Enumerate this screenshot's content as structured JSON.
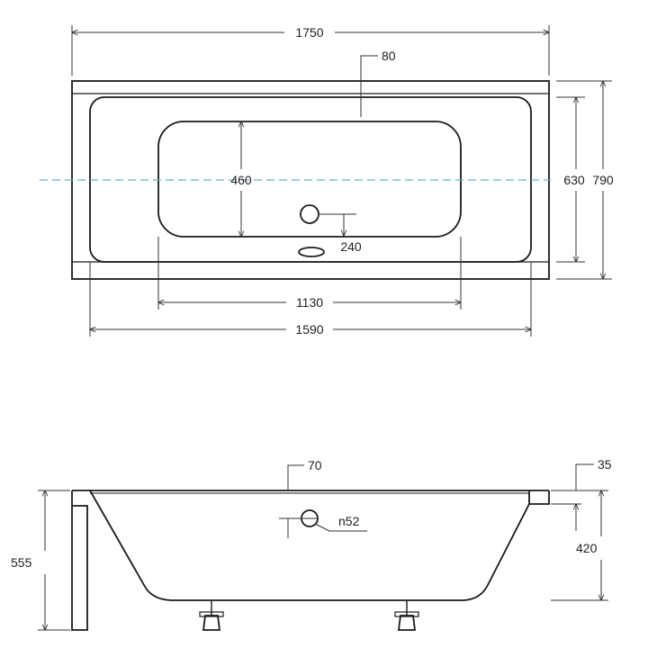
{
  "colors": {
    "line": "#1a1a1a",
    "dim": "#333333",
    "axis": "#5ab4d6"
  },
  "top_view": {
    "overall_length": "1750",
    "rim_width": "80",
    "inner_width": "460",
    "inner_depth": "630",
    "overall_depth": "790",
    "drain_offset": "240",
    "inner_length": "1130",
    "basin_length": "1590"
  },
  "side_view": {
    "rim_thickness": "70",
    "lip_height": "35",
    "overflow_label": "n52",
    "height": "555",
    "depth": "420"
  }
}
